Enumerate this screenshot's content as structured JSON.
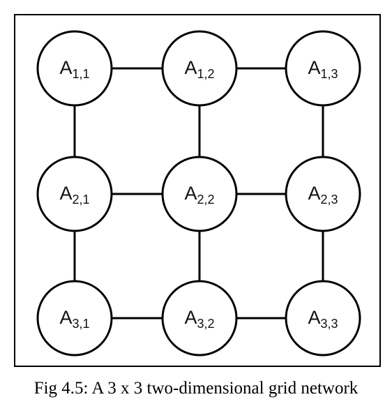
{
  "diagram": {
    "nodes": [
      {
        "id": "A11",
        "letter": "A",
        "sub": "1,1",
        "row": 1,
        "col": 1
      },
      {
        "id": "A12",
        "letter": "A",
        "sub": "1,2",
        "row": 1,
        "col": 2
      },
      {
        "id": "A13",
        "letter": "A",
        "sub": "1,3",
        "row": 1,
        "col": 3
      },
      {
        "id": "A21",
        "letter": "A",
        "sub": "2,1",
        "row": 2,
        "col": 1
      },
      {
        "id": "A22",
        "letter": "A",
        "sub": "2,2",
        "row": 2,
        "col": 2
      },
      {
        "id": "A23",
        "letter": "A",
        "sub": "2,3",
        "row": 2,
        "col": 3
      },
      {
        "id": "A31",
        "letter": "A",
        "sub": "3,1",
        "row": 3,
        "col": 1
      },
      {
        "id": "A32",
        "letter": "A",
        "sub": "3,2",
        "row": 3,
        "col": 2
      },
      {
        "id": "A33",
        "letter": "A",
        "sub": "3,3",
        "row": 3,
        "col": 3
      }
    ],
    "edges": [
      [
        "A11",
        "A12"
      ],
      [
        "A12",
        "A13"
      ],
      [
        "A21",
        "A22"
      ],
      [
        "A22",
        "A23"
      ],
      [
        "A31",
        "A32"
      ],
      [
        "A32",
        "A33"
      ],
      [
        "A11",
        "A21"
      ],
      [
        "A21",
        "A31"
      ],
      [
        "A12",
        "A22"
      ],
      [
        "A22",
        "A32"
      ],
      [
        "A13",
        "A23"
      ],
      [
        "A23",
        "A33"
      ]
    ],
    "colors": {
      "stroke": "#000000",
      "node_fill": "#ffffff",
      "text": "#111111"
    }
  },
  "caption": "Fig 4.5: A 3 x 3 two-dimensional grid network"
}
